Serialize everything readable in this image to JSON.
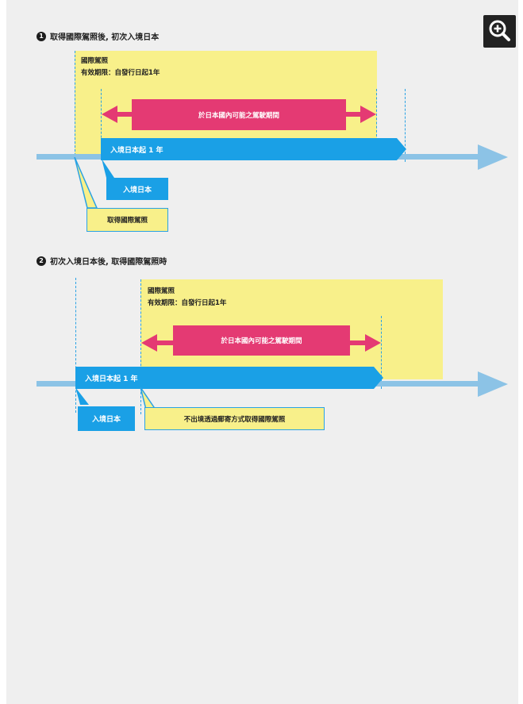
{
  "icons": {
    "zoom": "zoom-in-icon"
  },
  "colors": {
    "background": "#efefef",
    "yellow": "#f8f08a",
    "blue": "#1aa0e6",
    "light_blue": "#8cc3e6",
    "pink": "#e43a73",
    "dashed": "#2aa2e4"
  },
  "diagram1": {
    "number": "1",
    "title": "取得國際駕照後, 初次入境日本",
    "license_title": "國際駕照",
    "license_validity": "有效期限：自發行日起1年",
    "driving_period": "於日本國內可能之駕駛期間",
    "blue_bar": "入境日本起 1 年",
    "entry_label": "入境日本",
    "obtain_label": "取得國際駕照"
  },
  "diagram2": {
    "number": "2",
    "title": "初次入境日本後, 取得國際駕照時",
    "license_title": "國際駕照",
    "license_validity": "有效期限：自發行日起1年",
    "driving_period": "於日本國內可能之駕駛期間",
    "blue_bar": "入境日本起 1 年",
    "entry_label": "入境日本",
    "obtain_label": "不出境透過郵寄方式取得國際駕照"
  }
}
